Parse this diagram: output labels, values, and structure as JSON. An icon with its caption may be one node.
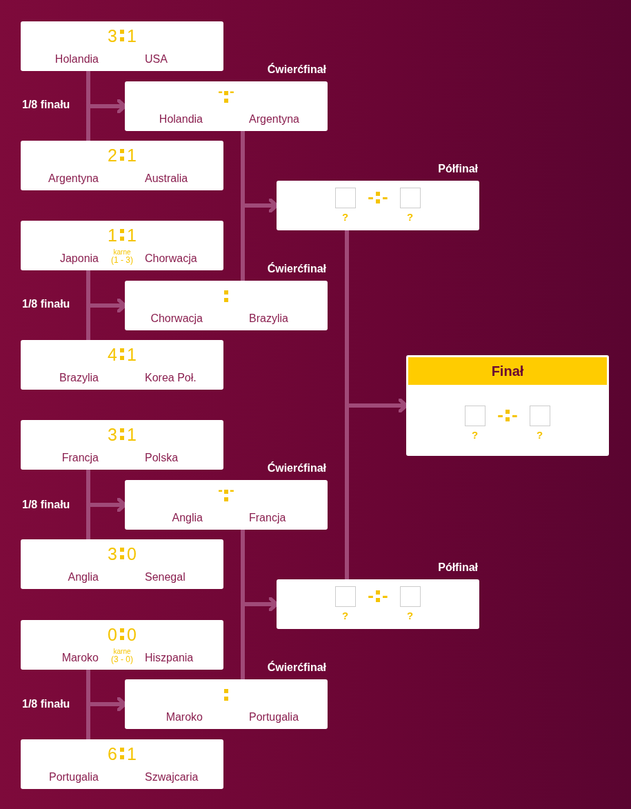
{
  "diagram": {
    "nodes": [
      {
        "text": [
          "3",
          "1",
          "Holandia",
          "USA"
        ]
      },
      {
        "text": [
          "Ćwierćfinał",
          "-",
          "-",
          "Holandia",
          "Argentyna"
        ]
      },
      {
        "text": [
          "2",
          "1",
          "Argentyna",
          "Australia"
        ]
      },
      {
        "text": [
          "Półfinał",
          "-",
          "-",
          "?",
          "?"
        ]
      },
      {
        "text": [
          "1",
          "1",
          "Japonia",
          "Chorwacja",
          "karne",
          "(1 - 3)"
        ]
      },
      {
        "text": [
          "Ćwierćfinał",
          "Chorwacja",
          "Brazylia"
        ]
      },
      {
        "text": [
          "4",
          "1",
          "Brazylia",
          "Korea Poł."
        ]
      },
      {
        "text": [
          "Finał",
          "-",
          "-",
          "?",
          "?"
        ]
      },
      {
        "text": [
          "3",
          "1",
          "Francja",
          "Polska"
        ]
      },
      {
        "text": [
          "Ćwierćfinał",
          "-",
          "-",
          "Anglia",
          "Francja"
        ]
      },
      {
        "text": [
          "3",
          "0",
          "Anglia",
          "Senegal"
        ]
      },
      {
        "text": [
          "Półfinał",
          "-",
          "-",
          "?",
          "?"
        ]
      },
      {
        "text": [
          "0",
          "0",
          "Maroko",
          "Hiszpania",
          "karne",
          "(3 - 0)"
        ]
      },
      {
        "text": [
          "Ćwierćfinał",
          "Maroko",
          "Portugalia"
        ]
      },
      {
        "text": [
          "6",
          "1",
          "Portugalia",
          "Szwajcaria"
        ]
      }
    ],
    "edges": [
      {
        "from": 0,
        "to": 1,
        "arrow": "to"
      },
      {
        "from": 2,
        "to": 1,
        "arrow": "to"
      },
      {
        "from": 1,
        "to": 3,
        "arrow": "to"
      },
      {
        "from": 5,
        "to": 3,
        "arrow": "to"
      },
      {
        "from": 4,
        "to": 5,
        "arrow": "to"
      },
      {
        "from": 6,
        "to": 5,
        "arrow": "to"
      },
      {
        "from": 3,
        "to": 7,
        "arrow": "to"
      },
      {
        "from": 11,
        "to": 7,
        "arrow": "to"
      },
      {
        "from": 8,
        "to": 9,
        "arrow": "to"
      },
      {
        "from": 10,
        "to": 9,
        "arrow": "to"
      },
      {
        "from": 9,
        "to": 11,
        "arrow": "to"
      },
      {
        "from": 13,
        "to": 11,
        "arrow": "to"
      },
      {
        "from": 12,
        "to": 13,
        "arrow": "to"
      },
      {
        "from": 14,
        "to": 13,
        "arrow": "to"
      }
    ],
    "labels": [
      "1/8 finału",
      "1/8 finału",
      "1/8 finału",
      "1/8 finału"
    ]
  }
}
